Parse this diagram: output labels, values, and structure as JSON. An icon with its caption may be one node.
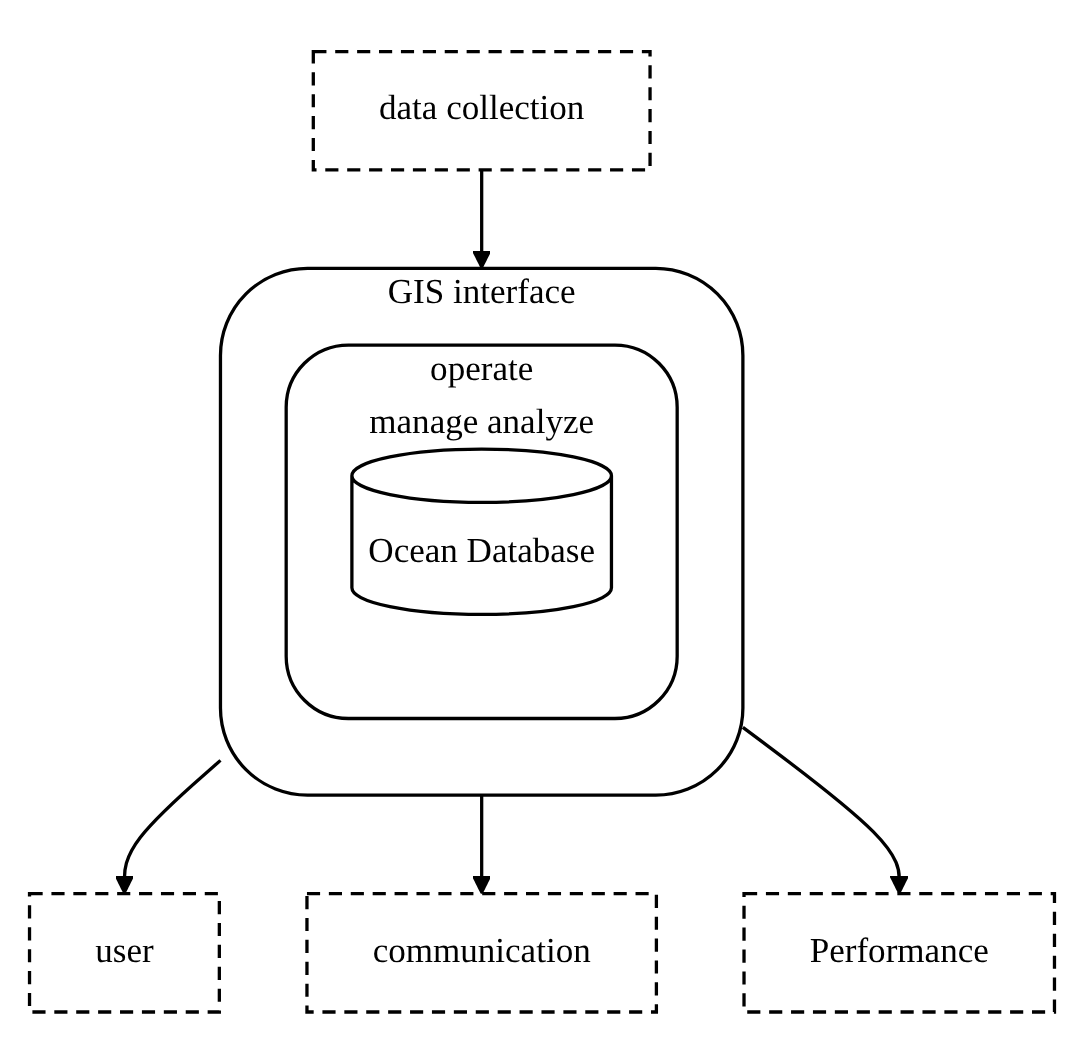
{
  "diagram": {
    "nodes": [
      {
        "text": [
          "data collection"
        ]
      },
      {
        "text": [
          "GIS interface"
        ]
      },
      {
        "text": [
          "operate",
          "manage analyze"
        ],
        "in": 1
      },
      {
        "text": [
          "Ocean Database"
        ],
        "in": 2
      },
      {
        "text": [
          "user"
        ]
      },
      {
        "text": [
          "communication"
        ]
      },
      {
        "text": [
          "Performance"
        ]
      }
    ],
    "edges": [
      {
        "from": 0,
        "to": 1,
        "arrow": "to"
      },
      {
        "from": 1,
        "to": 4,
        "arrow": "to"
      },
      {
        "from": 1,
        "to": 5,
        "arrow": "to"
      },
      {
        "from": 1,
        "to": 6,
        "arrow": "to"
      }
    ]
  }
}
